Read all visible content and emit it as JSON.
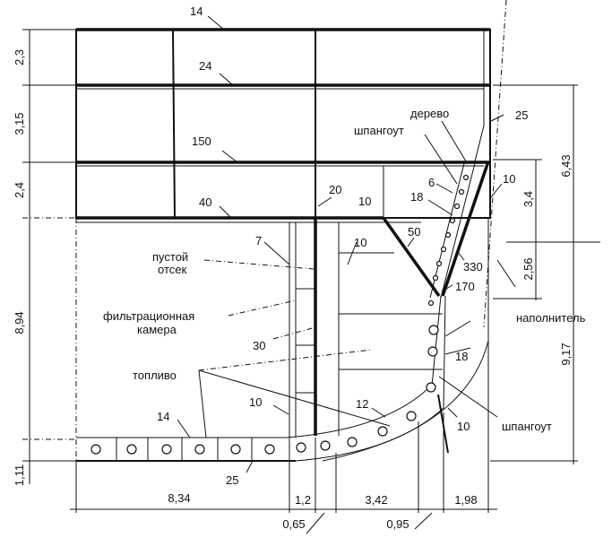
{
  "labels": {
    "top_plate": "14",
    "deck1": "24",
    "deck2": "150",
    "deck3": "40",
    "bulkhead": "20",
    "stiffener_10a": "10",
    "side_25": "25",
    "wood": "дерево",
    "frame_top": "шпангоут",
    "t6": "6",
    "t18a": "18",
    "t10_side": "10",
    "t50": "50",
    "t330": "330",
    "t170": "170",
    "t7": "7",
    "t10b": "10",
    "empty_compartment_1": "пустой",
    "empty_compartment_2": "отсек",
    "filter_chamber_1": "фильтрационная",
    "filter_chamber_2": "камера",
    "t30": "30",
    "fuel": "топливо",
    "filler": "наполнитель",
    "t18b": "18",
    "t10c": "10",
    "t12": "12",
    "t14b": "14",
    "t10d": "10",
    "t25b": "25",
    "frame_bottom": "шпангоут"
  },
  "dimensions": {
    "left": [
      "2,3",
      "3,15",
      "2,4",
      "8,94",
      "1,11"
    ],
    "right_inner": [
      "3,4",
      "2,56"
    ],
    "right_outer": [
      "6,43",
      "9,17"
    ],
    "bottom": [
      "8,34",
      "1,2",
      "3,42",
      "1,98"
    ],
    "bottom_below": [
      "0,65",
      "0,95"
    ]
  }
}
